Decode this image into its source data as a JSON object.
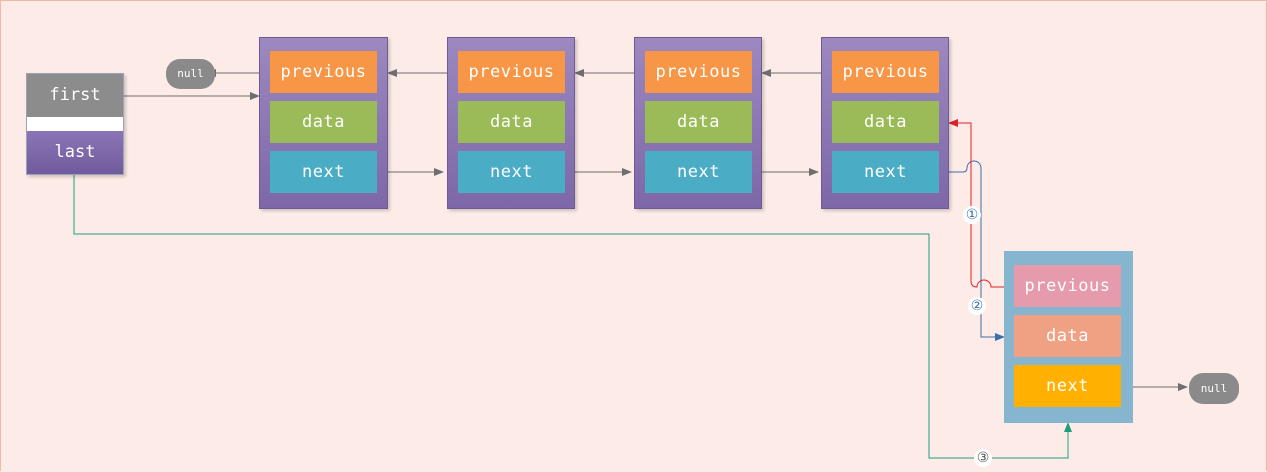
{
  "diagram": {
    "pointers": {
      "first": "first",
      "last": "last"
    },
    "null_label": "null",
    "nodes": [
      {
        "previous": "previous",
        "data": "data",
        "next": "next"
      },
      {
        "previous": "previous",
        "data": "data",
        "next": "next"
      },
      {
        "previous": "previous",
        "data": "data",
        "next": "next"
      },
      {
        "previous": "previous",
        "data": "data",
        "next": "next"
      }
    ],
    "new_node": {
      "previous": "previous",
      "data": "data",
      "next": "next"
    },
    "steps": [
      "①",
      "②",
      "③"
    ],
    "colors": {
      "background": "#fcebe6",
      "node_border": "#7d67a8",
      "new_node_bg": "#86b6cf",
      "previous_field": "#f79646",
      "data_field": "#9bbb59",
      "next_field": "#4bacc6",
      "arrow_gray": "#6e6e6e",
      "step1_blue": "#3b6fa8",
      "step2_red": "#e0202a",
      "step3_green": "#1f9e7c"
    }
  }
}
